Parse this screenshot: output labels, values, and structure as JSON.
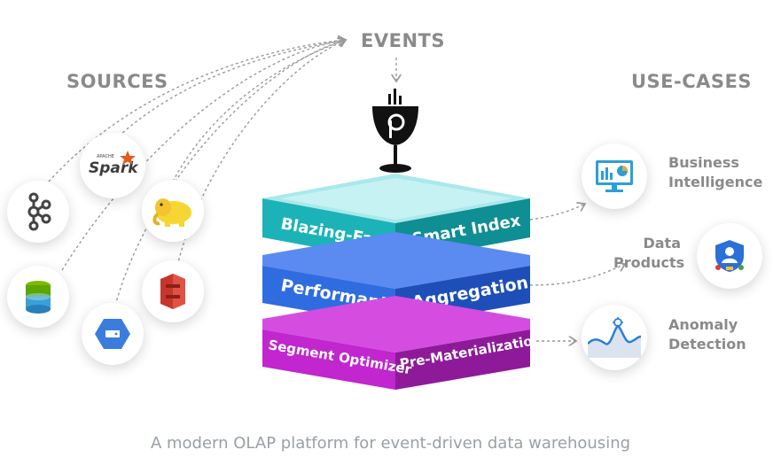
{
  "headings": {
    "sources": "SOURCES",
    "events": "EVENTS",
    "use_cases": "USE-CASES"
  },
  "sources": {
    "spark_logo_text": "Spark",
    "spark_logo_small": "APACHE"
  },
  "layers": [
    {
      "left": "Blazing-Fast",
      "right": "Smart Index",
      "color": "#14a3a8"
    },
    {
      "left": "Performant",
      "right": "Aggregation",
      "color": "#2a63d6"
    },
    {
      "left": "Segment Optimizer",
      "right": "Pre-Materialization",
      "color": "#b21cc0"
    }
  ],
  "use_cases": [
    {
      "line1": "Business",
      "line2": "Intelligence",
      "icon": "dashboard-monitor-icon"
    },
    {
      "line1": "Data",
      "line2": "Products",
      "icon": "user-shield-icon"
    },
    {
      "line1": "Anomaly",
      "line2": "Detection",
      "icon": "anomaly-chart-icon"
    }
  ],
  "caption": "A modern OLAP platform for event-driven data warehousing"
}
